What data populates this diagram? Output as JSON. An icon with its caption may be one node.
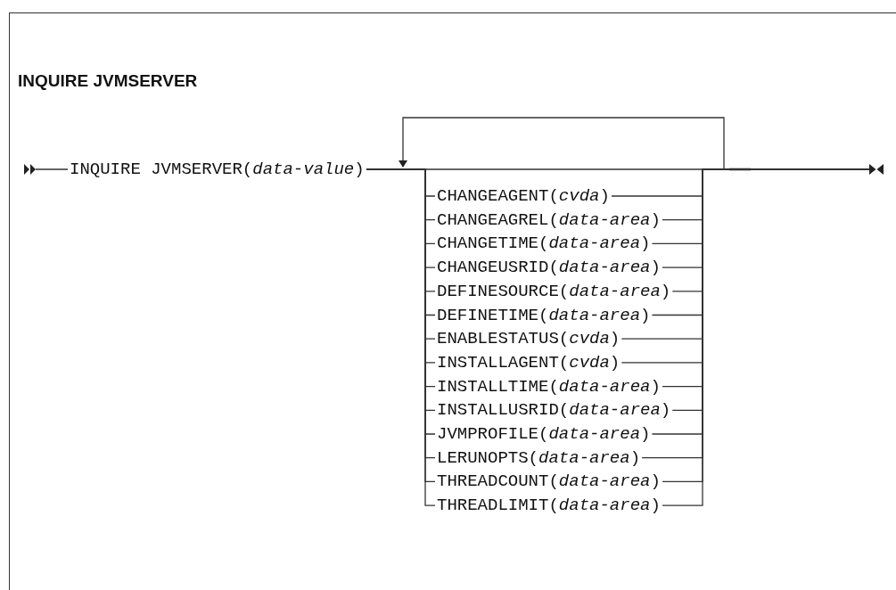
{
  "diagram": {
    "title": "INQUIRE JVMSERVER",
    "nodes": [
      {
        "text": [
          "INQUIRE JVMSERVER(*data-value*)"
        ]
      },
      {
        "text": [
          "CHANGEAGENT(*cvda*)"
        ]
      },
      {
        "text": [
          "CHANGEAGREL(*data-area*)"
        ]
      },
      {
        "text": [
          "CHANGETIME(*data-area*)"
        ]
      },
      {
        "text": [
          "CHANGEUSRID(*data-area*)"
        ]
      },
      {
        "text": [
          "DEFINESOURCE(*data-area*)"
        ]
      },
      {
        "text": [
          "DEFINETIME(*data-area*)"
        ]
      },
      {
        "text": [
          "ENABLESTATUS(*cvda*)"
        ]
      },
      {
        "text": [
          "INSTALLAGENT(*cvda*)"
        ]
      },
      {
        "text": [
          "INSTALLTIME(*data-area*)"
        ]
      },
      {
        "text": [
          "INSTALLUSRID(*data-area*)"
        ]
      },
      {
        "text": [
          "JVMPROFILE(*data-area*)"
        ]
      },
      {
        "text": [
          "LERUNOPTS(*data-area*)"
        ]
      },
      {
        "text": [
          "THREADCOUNT(*data-area*)"
        ]
      },
      {
        "text": [
          "THREADLIMIT(*data-area*)"
        ]
      },
      {
        "text": [],
        "shape": "bar"
      }
    ],
    "edges": [
      {
        "from": 0,
        "to": 1,
        "arrow": "none"
      },
      {
        "from": 0,
        "to": 2,
        "arrow": "none"
      },
      {
        "from": 0,
        "to": 3,
        "arrow": "none"
      },
      {
        "from": 0,
        "to": 4,
        "arrow": "none"
      },
      {
        "from": 0,
        "to": 5,
        "arrow": "none"
      },
      {
        "from": 0,
        "to": 6,
        "arrow": "none"
      },
      {
        "from": 0,
        "to": 7,
        "arrow": "none"
      },
      {
        "from": 0,
        "to": 8,
        "arrow": "none"
      },
      {
        "from": 0,
        "to": 9,
        "arrow": "none"
      },
      {
        "from": 0,
        "to": 10,
        "arrow": "none"
      },
      {
        "from": 0,
        "to": 11,
        "arrow": "none"
      },
      {
        "from": 0,
        "to": 12,
        "arrow": "none"
      },
      {
        "from": 0,
        "to": 13,
        "arrow": "none"
      },
      {
        "from": 0,
        "to": 14,
        "arrow": "none"
      },
      {
        "from": 0,
        "to": 15,
        "arrow": "none"
      },
      {
        "from": 1,
        "to": 15,
        "arrow": "none"
      },
      {
        "from": 2,
        "to": 15,
        "arrow": "none"
      },
      {
        "from": 3,
        "to": 15,
        "arrow": "none"
      },
      {
        "from": 4,
        "to": 15,
        "arrow": "none"
      },
      {
        "from": 5,
        "to": 15,
        "arrow": "none"
      },
      {
        "from": 6,
        "to": 15,
        "arrow": "none"
      },
      {
        "from": 7,
        "to": 15,
        "arrow": "none"
      },
      {
        "from": 8,
        "to": 15,
        "arrow": "none"
      },
      {
        "from": 9,
        "to": 15,
        "arrow": "none"
      },
      {
        "from": 10,
        "to": 15,
        "arrow": "none"
      },
      {
        "from": 11,
        "to": 15,
        "arrow": "none"
      },
      {
        "from": 12,
        "to": 15,
        "arrow": "none"
      },
      {
        "from": 13,
        "to": 15,
        "arrow": "none"
      },
      {
        "from": 14,
        "to": 15,
        "arrow": "none"
      }
    ]
  }
}
